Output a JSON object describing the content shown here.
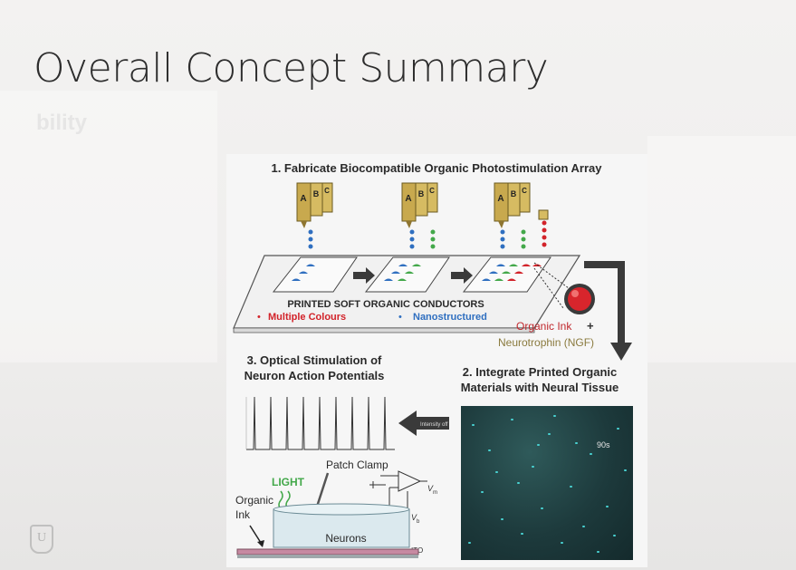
{
  "slide": {
    "title": "Overall Concept Summary",
    "ghost_text": "bility"
  },
  "figure": {
    "step1_title": "1. Fabricate Biocompatible Organic Photostimulation Array",
    "cartridge_labels": [
      "A",
      "B",
      "C"
    ],
    "conductors_label": "PRINTED SOFT ORGANIC CONDUCTORS",
    "bullet_colours": "Multiple Colours",
    "bullet_nano": "Nanostructured",
    "organic_ink": "Organic Ink",
    "plus": "+",
    "neurotrophin": "Neurotrophin (NGF)",
    "step2_title_line1": "2. Integrate Printed Organic",
    "step2_title_line2": "Materials with Neural Tissue",
    "step3_title_line1": "3. Optical Stimulation of",
    "step3_title_line2": "Neuron Action Potentials",
    "patch_clamp": "Patch Clamp",
    "light": "LIGHT",
    "organic_ink_side_line1": "Organic",
    "organic_ink_side_line2": "Ink",
    "neurons": "Neurons",
    "vm": "V",
    "vm_sub": "m",
    "vb": "V",
    "vb_sub": "b",
    "ito": "ITO",
    "arrow_small_text": "Intensity off",
    "micro_label": "90s"
  },
  "colors": {
    "blue": "#2f6fc0",
    "green": "#43a84a",
    "red": "#d2232a",
    "gold": "#8a7a3e",
    "dark_arrow": "#3a3a3a"
  }
}
